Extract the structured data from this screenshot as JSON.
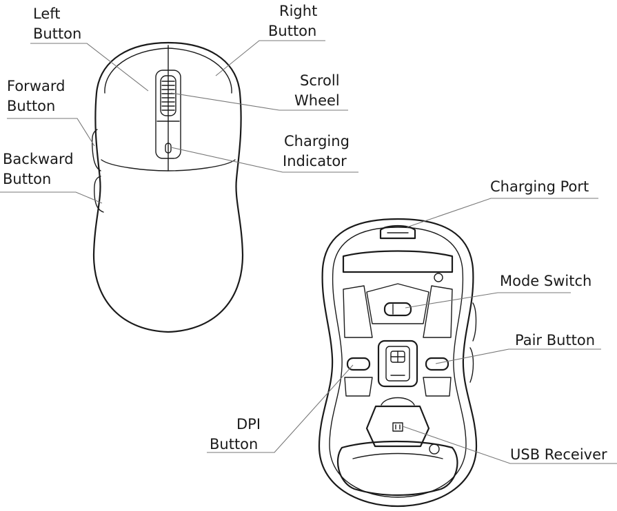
{
  "labels": {
    "left_button": [
      "Left",
      "Button"
    ],
    "right_button": [
      "Right",
      "Button"
    ],
    "forward_button": [
      "Forward",
      "Button"
    ],
    "scroll_wheel": [
      "Scroll",
      "Wheel"
    ],
    "charging_indicator": [
      "Charging",
      "Indicator"
    ],
    "backward_button": [
      "Backward",
      "Button"
    ],
    "charging_port": "Charging Port",
    "mode_switch": "Mode Switch",
    "pair_button": "Pair Button",
    "dpi_button": [
      "DPI",
      "Button"
    ],
    "usb_receiver": "USB Receiver"
  }
}
